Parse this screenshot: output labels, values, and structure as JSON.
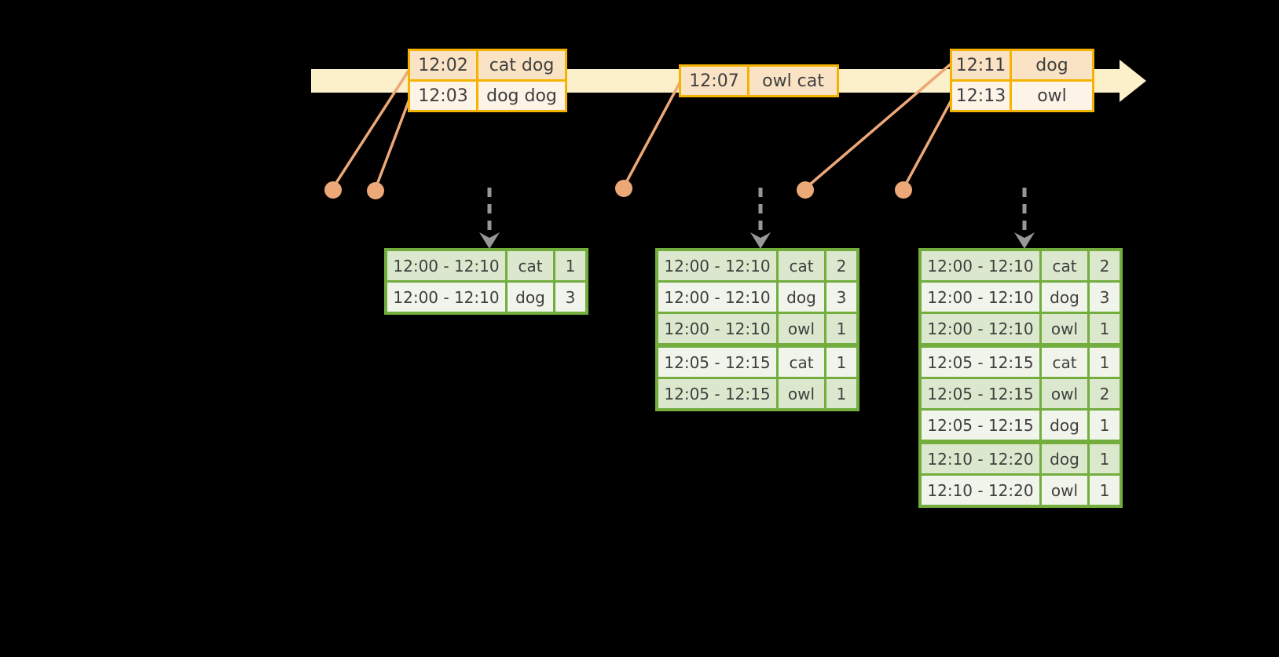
{
  "colors": {
    "background": "#000000",
    "timeline_fill": "#FBF0C9",
    "event_border": "#F5B301",
    "event_row_dark": "#FAE3C4",
    "event_row_light": "#FDF3E6",
    "connector": "#EDA877",
    "table_border": "#72AD3D",
    "table_row_dark": "#DCE8CE",
    "table_row_light": "#F0F4EA",
    "trigger_arrow": "#979797",
    "text": "#3F3F3F"
  },
  "timeline": {
    "events": [
      {
        "rows": [
          {
            "time": "12:02",
            "words": "cat dog"
          },
          {
            "time": "12:03",
            "words": "dog dog"
          }
        ]
      },
      {
        "rows": [
          {
            "time": "12:07",
            "words": "owl cat"
          }
        ]
      },
      {
        "rows": [
          {
            "time": "12:11",
            "words": "dog"
          },
          {
            "time": "12:13",
            "words": "owl"
          }
        ]
      }
    ]
  },
  "result_tables": [
    {
      "rows": [
        [
          "12:00 - 12:10",
          "cat",
          "1"
        ],
        [
          "12:00 - 12:10",
          "dog",
          "3"
        ]
      ]
    },
    {
      "rows": [
        [
          "12:00 - 12:10",
          "cat",
          "2"
        ],
        [
          "12:00 - 12:10",
          "dog",
          "3"
        ],
        [
          "12:00 - 12:10",
          "owl",
          "1"
        ],
        [
          "12:05 - 12:15",
          "cat",
          "1"
        ],
        [
          "12:05 - 12:15",
          "owl",
          "1"
        ]
      ]
    },
    {
      "rows": [
        [
          "12:00 - 12:10",
          "cat",
          "2"
        ],
        [
          "12:00 - 12:10",
          "dog",
          "3"
        ],
        [
          "12:00 - 12:10",
          "owl",
          "1"
        ],
        [
          "12:05 - 12:15",
          "cat",
          "1"
        ],
        [
          "12:05 - 12:15",
          "owl",
          "2"
        ],
        [
          "12:05 - 12:15",
          "dog",
          "1"
        ],
        [
          "12:10 - 12:20",
          "dog",
          "1"
        ],
        [
          "12:10 - 12:20",
          "owl",
          "1"
        ]
      ]
    }
  ]
}
